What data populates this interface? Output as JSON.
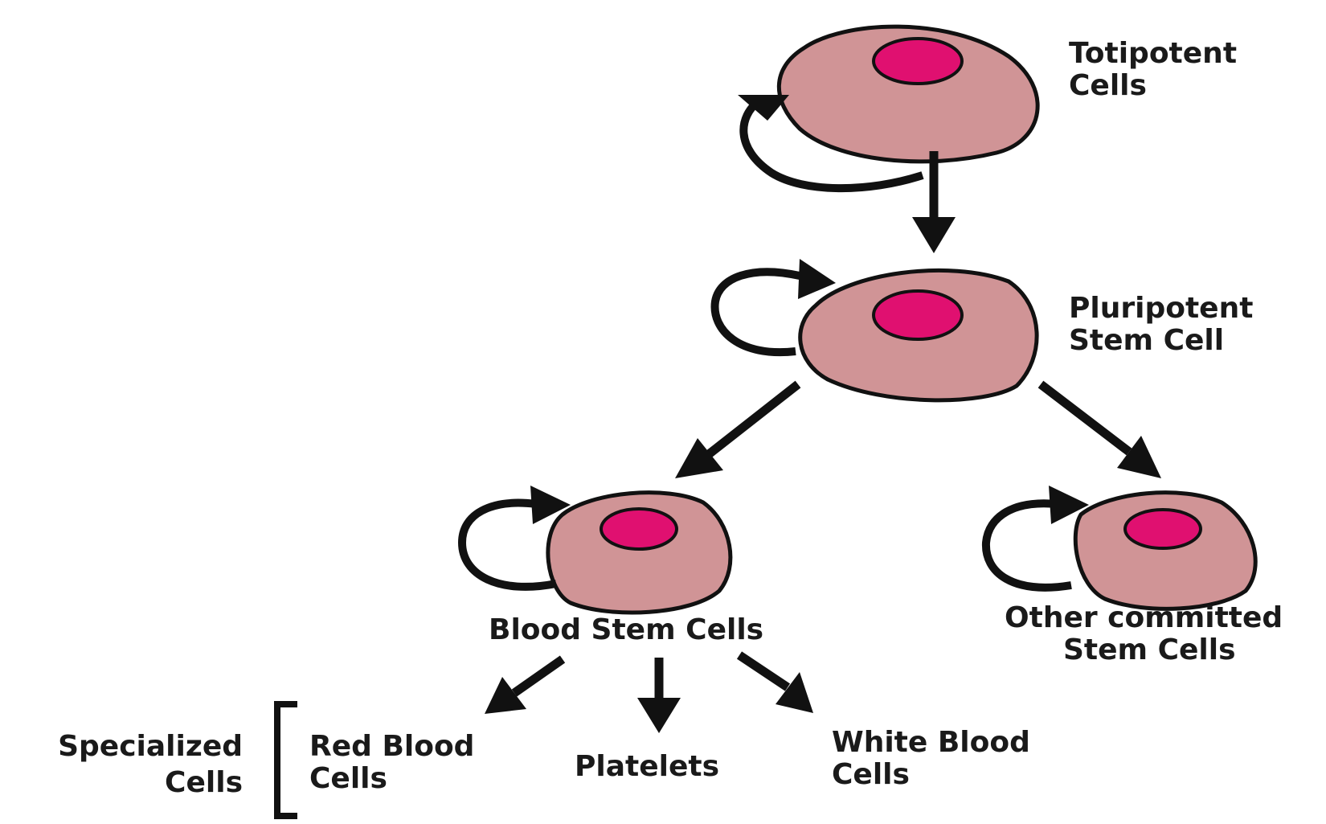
{
  "labels": {
    "totipotent": [
      "Totipotent",
      "Cells"
    ],
    "pluripotent": [
      "Pluripotent",
      "Stem Cell"
    ],
    "blood_stem": "Blood Stem Cells",
    "other_committed": [
      "Other committed",
      "Stem Cells"
    ],
    "specialized": [
      "Specialized",
      "Cells"
    ],
    "red_blood": [
      "Red Blood",
      "Cells"
    ],
    "platelets": "Platelets",
    "white_blood": [
      "White Blood",
      "Cells"
    ]
  },
  "colors": {
    "cell_body": "#d09496",
    "nucleus": "#e01070",
    "outline": "#111111"
  }
}
